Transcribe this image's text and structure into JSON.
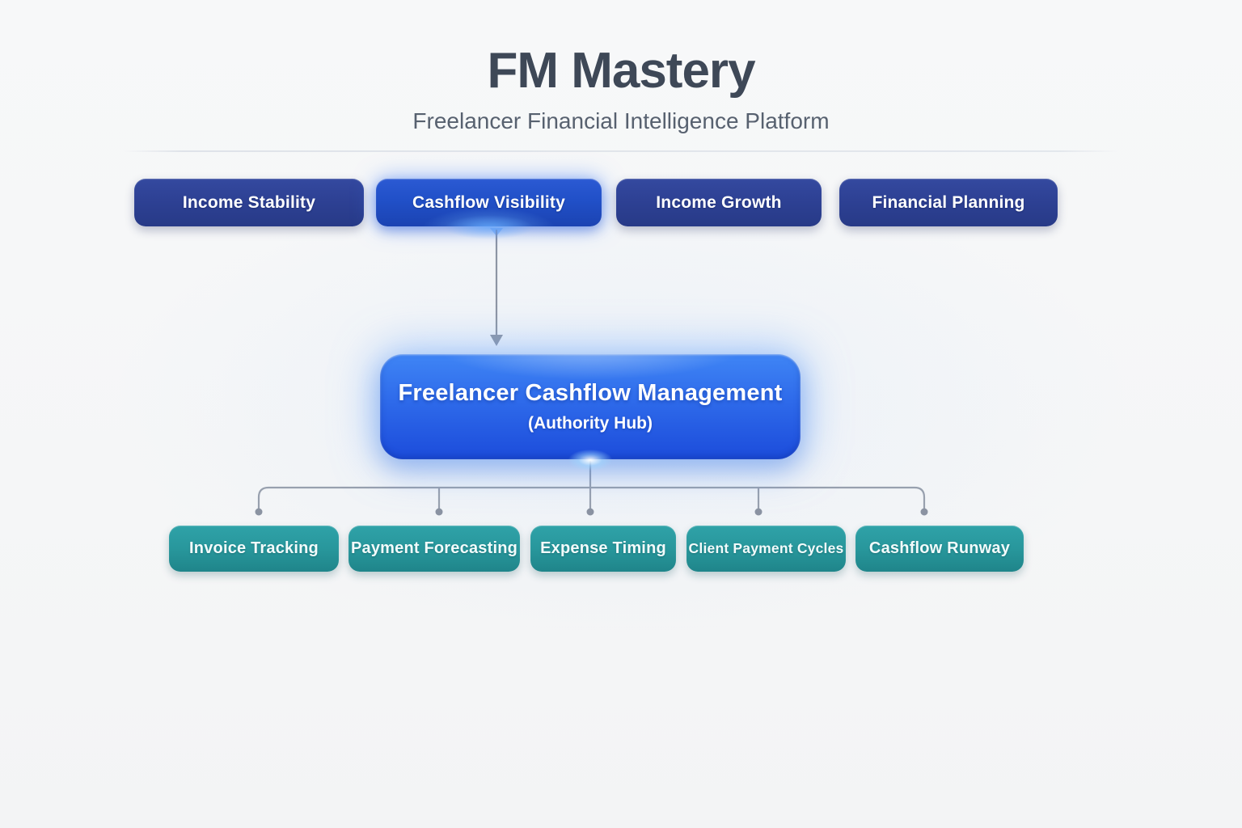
{
  "header": {
    "title": "FM Mastery",
    "subtitle": "Freelancer Financial Intelligence Platform"
  },
  "top_pillars": [
    {
      "label": "Income Stability",
      "highlighted": false
    },
    {
      "label": "Cashflow Visibility",
      "highlighted": true
    },
    {
      "label": "Income Growth",
      "highlighted": false
    },
    {
      "label": "Financial Planning",
      "highlighted": false
    }
  ],
  "hub": {
    "title": "Freelancer Cashflow Management",
    "subtitle": "(Authority Hub)"
  },
  "leaves": [
    {
      "label": "Invoice Tracking"
    },
    {
      "label": "Payment Forecasting"
    },
    {
      "label": "Expense Timing"
    },
    {
      "label": "Client Payment Cycles"
    },
    {
      "label": "Cashflow Runway"
    }
  ],
  "colors": {
    "background": "#f6f7f8",
    "title_text": "#3e4857",
    "subtitle_text": "#57616f",
    "pillar_navy": "#2d4093",
    "pillar_highlight_blue": "#2150c8",
    "hub_blue_top": "#3f85f5",
    "hub_blue_bottom": "#1c4cdb",
    "leaf_teal": "#28979c",
    "connector_gray": "#959dab",
    "node_text": "#ffffff"
  }
}
